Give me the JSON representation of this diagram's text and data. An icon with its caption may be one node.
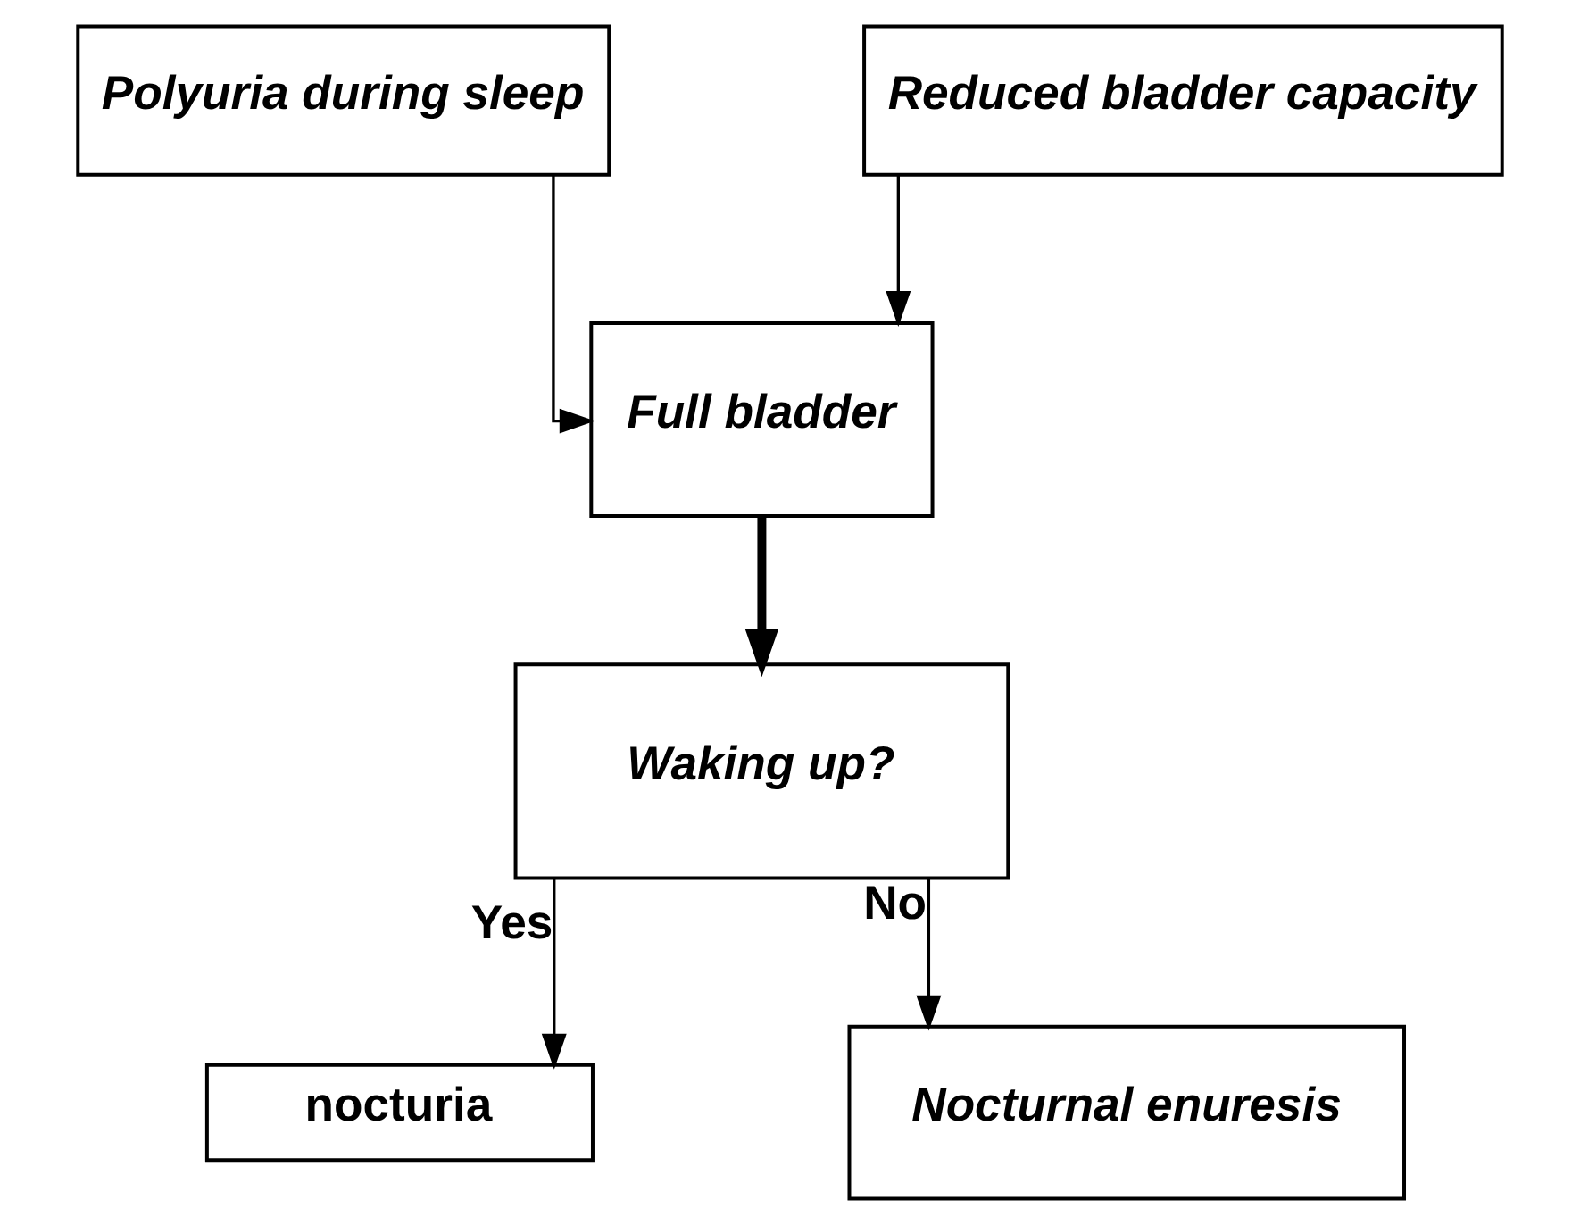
{
  "diagram": {
    "nodes": [
      {
        "text": [
          "Polyuria during sleep"
        ]
      },
      {
        "text": [
          "Reduced bladder capacity"
        ]
      },
      {
        "text": [
          "Full bladder"
        ]
      },
      {
        "text": [
          "Waking up?"
        ]
      },
      {
        "text": [
          "nocturia"
        ]
      },
      {
        "text": [
          "Nocturnal enuresis"
        ]
      }
    ],
    "edges": [
      {
        "from": 0,
        "to": 2,
        "arrow": "to"
      },
      {
        "from": 1,
        "to": 2,
        "arrow": "to"
      },
      {
        "from": 2,
        "to": 3,
        "arrow": "to",
        "style": "thick"
      },
      {
        "from": 3,
        "to": 4,
        "arrow": "to",
        "label": "Yes"
      },
      {
        "from": 3,
        "to": 5,
        "arrow": "to",
        "label": "No"
      }
    ]
  }
}
